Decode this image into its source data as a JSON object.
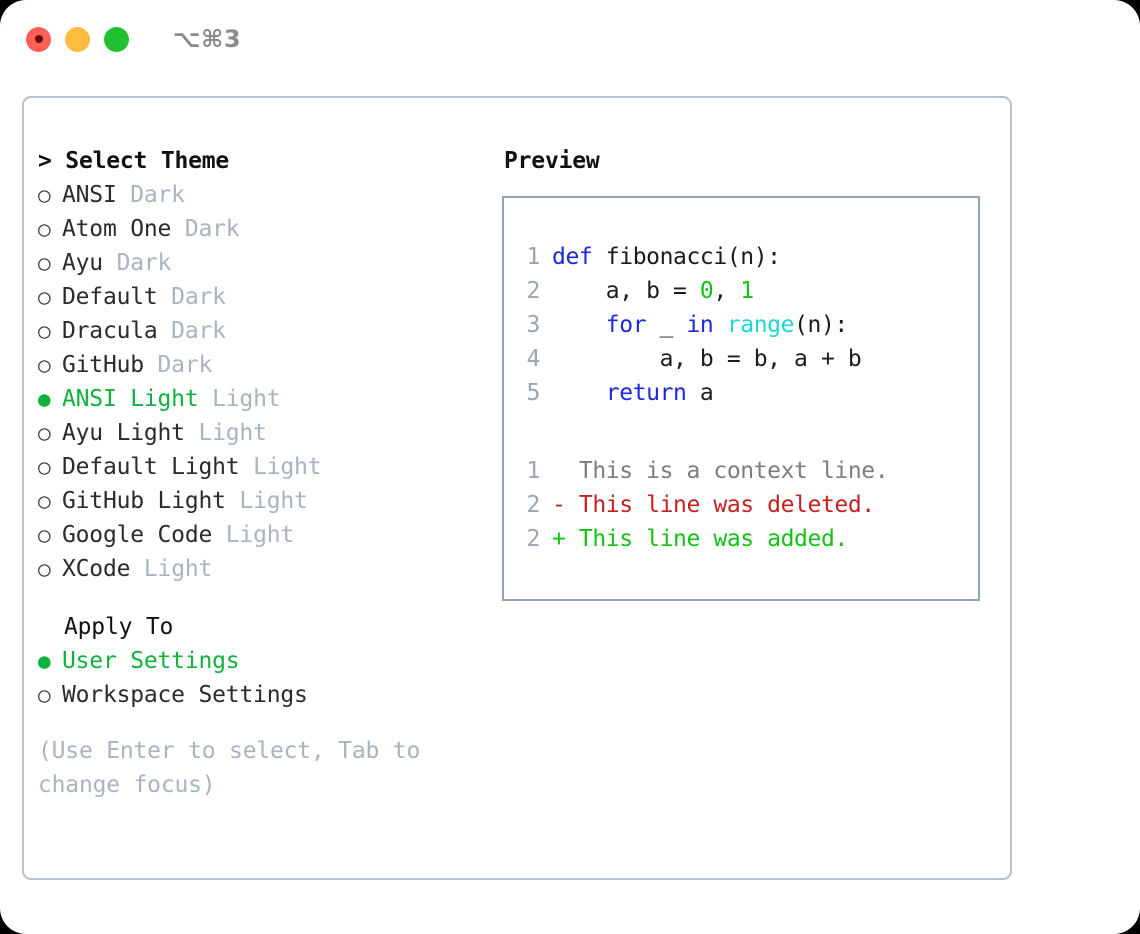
{
  "titlebar": {
    "shortcut": "⌥⌘3",
    "lights": [
      "close-red",
      "minimize-yellow",
      "maximize-green"
    ]
  },
  "theme_list": {
    "header": "> Select Theme",
    "items": [
      {
        "marker": "○",
        "name": "ANSI",
        "badge": "Dark",
        "selected": false
      },
      {
        "marker": "○",
        "name": "Atom One",
        "badge": "Dark",
        "selected": false
      },
      {
        "marker": "○",
        "name": "Ayu",
        "badge": "Dark",
        "selected": false
      },
      {
        "marker": "○",
        "name": "Default",
        "badge": "Dark",
        "selected": false
      },
      {
        "marker": "○",
        "name": "Dracula",
        "badge": "Dark",
        "selected": false
      },
      {
        "marker": "○",
        "name": "GitHub",
        "badge": "Dark",
        "selected": false
      },
      {
        "marker": "●",
        "name": "ANSI Light",
        "badge": "Light",
        "selected": true
      },
      {
        "marker": "○",
        "name": "Ayu Light",
        "badge": "Light",
        "selected": false
      },
      {
        "marker": "○",
        "name": "Default Light",
        "badge": "Light",
        "selected": false
      },
      {
        "marker": "○",
        "name": "GitHub Light",
        "badge": "Light",
        "selected": false
      },
      {
        "marker": "○",
        "name": "Google Code",
        "badge": "Light",
        "selected": false
      },
      {
        "marker": "○",
        "name": "XCode",
        "badge": "Light",
        "selected": false
      }
    ]
  },
  "apply_to": {
    "label": "Apply To",
    "options": [
      {
        "marker": "●",
        "name": "User Settings",
        "selected": true
      },
      {
        "marker": "○",
        "name": "Workspace Settings",
        "selected": false
      }
    ]
  },
  "hint": "(Use Enter to select, Tab to change focus)",
  "preview": {
    "title": "Preview",
    "code_lines": [
      {
        "n": "1",
        "segments": [
          {
            "t": "def ",
            "c": "kw"
          },
          {
            "t": "fibonacci(n):",
            "c": "txt"
          }
        ]
      },
      {
        "n": "2",
        "segments": [
          {
            "t": "    a, b = ",
            "c": "txt"
          },
          {
            "t": "0",
            "c": "num"
          },
          {
            "t": ", ",
            "c": "txt"
          },
          {
            "t": "1",
            "c": "num"
          }
        ]
      },
      {
        "n": "3",
        "segments": [
          {
            "t": "    ",
            "c": "txt"
          },
          {
            "t": "for",
            "c": "kw"
          },
          {
            "t": " _ ",
            "c": "txt"
          },
          {
            "t": "in",
            "c": "kw"
          },
          {
            "t": " ",
            "c": "txt"
          },
          {
            "t": "range",
            "c": "fn"
          },
          {
            "t": "(n):",
            "c": "txt"
          }
        ]
      },
      {
        "n": "4",
        "segments": [
          {
            "t": "        a, b = b, a + b",
            "c": "txt"
          }
        ]
      },
      {
        "n": "5",
        "segments": [
          {
            "t": "    ",
            "c": "txt"
          },
          {
            "t": "return",
            "c": "kw"
          },
          {
            "t": " a",
            "c": "txt"
          }
        ]
      }
    ],
    "diff_lines": [
      {
        "n": "1",
        "sign": " ",
        "text": " This is a context line.",
        "kind": "context"
      },
      {
        "n": "2",
        "sign": "-",
        "text": " This line was deleted.",
        "kind": "deleted"
      },
      {
        "n": "2",
        "sign": "+",
        "text": " This line was added.",
        "kind": "added"
      }
    ]
  },
  "colors": {
    "accent_green": "#11b23c",
    "muted": "#aab3c0",
    "border": "#b9c1ce",
    "preview_border": "#94a3b8",
    "keyword": "#1b27e0",
    "number": "#12c312",
    "builtin": "#1fd6d6",
    "diff_deleted": "#c42121",
    "diff_added": "#12c312",
    "diff_context": "#7d7d7d",
    "line_number": "#9aa4b2"
  }
}
